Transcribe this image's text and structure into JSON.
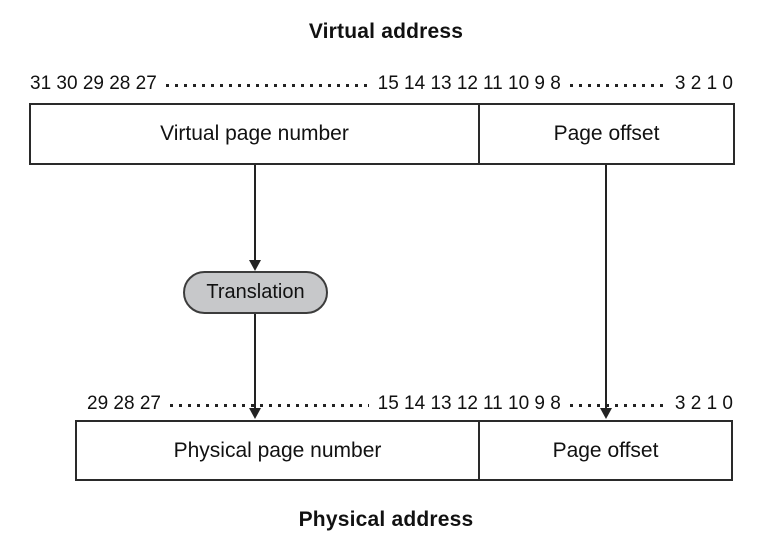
{
  "titles": {
    "virtual": "Virtual address",
    "physical": "Physical address"
  },
  "bit_rows": {
    "virtual": {
      "high": "31 30 29 28 27",
      "mid_left": "15 14 13 12",
      "mid_right": "11 10 9 8",
      "low": "3 2 1 0"
    },
    "physical": {
      "high": "29 28 27",
      "mid_left": "15 14 13 12",
      "mid_right": "11 10 9 8",
      "low": "3 2 1 0"
    }
  },
  "boxes": {
    "virtual": {
      "page_number": "Virtual page number",
      "offset": "Page offset"
    },
    "physical": {
      "page_number": "Physical page number",
      "offset": "Page offset"
    }
  },
  "translation": {
    "label": "Translation"
  },
  "colors": {
    "line": "#222222",
    "box_border": "#2a2a2a",
    "pill_fill": "#c7c8ca",
    "pill_border": "#3c3c3c",
    "text": "#111111",
    "background": "#ffffff"
  }
}
